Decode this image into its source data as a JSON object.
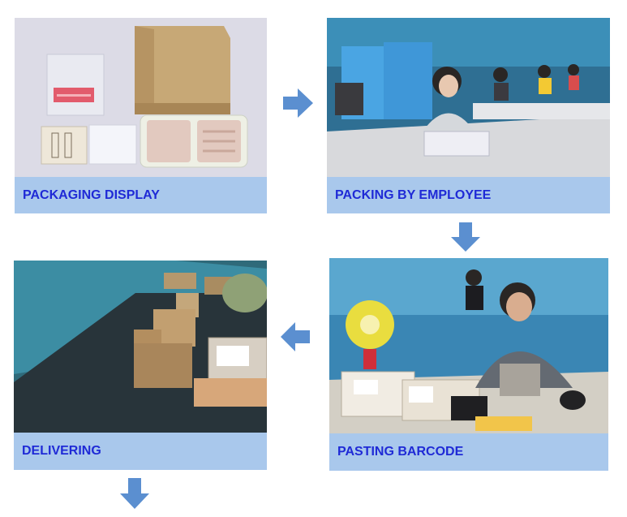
{
  "steps": [
    {
      "label": "PACKAGING DISPLAY"
    },
    {
      "label": "PACKING BY EMPLOYEE"
    },
    {
      "label": "PASTING BARCODE"
    },
    {
      "label": "DELIVERING"
    }
  ],
  "colors": {
    "caption_bg": "#a9c8ec",
    "caption_text": "#1f2ad6",
    "arrow": "#5b8fd0"
  },
  "icons": [
    "arrow-right-icon",
    "arrow-down-icon",
    "arrow-left-icon",
    "arrow-down-icon"
  ]
}
